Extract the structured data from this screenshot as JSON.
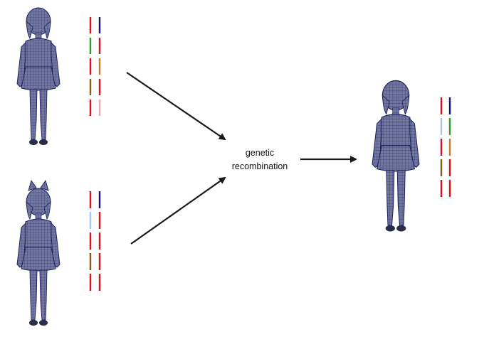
{
  "diagram": {
    "label_line1": "genetic",
    "label_line2": "recombination"
  },
  "figures": [
    {
      "id": "parent-1",
      "description": "parent figure",
      "genes": {
        "left": [
          "#d8141a",
          "#2e9a2c",
          "#d8141a",
          "#8a5a16",
          "#d8141a"
        ],
        "right": [
          "#14147c",
          "#d8141a",
          "#c8782a",
          "#d8141a",
          "#f0a8a8"
        ]
      }
    },
    {
      "id": "parent-2",
      "description": "parent figure",
      "genes": {
        "left": [
          "#d8141a",
          "#a8c4f0",
          "#d8141a",
          "#8a5a16",
          "#d8141a"
        ],
        "right": [
          "#14147c",
          "#d8141a",
          "#d8141a",
          "#d8141a",
          "#d8141a"
        ]
      }
    },
    {
      "id": "child",
      "description": "offspring figure",
      "genes": {
        "left": [
          "#d8141a",
          "#a8c4f0",
          "#d8141a",
          "#8a5a16",
          "#d8141a"
        ],
        "right": [
          "#14147c",
          "#2e9a2c",
          "#c8782a",
          "#d8141a",
          "#d8141a"
        ]
      }
    }
  ],
  "colors": {
    "mesh_fill": "#6f739c",
    "mesh_line": "#1d1f5a",
    "shoe": "#2a2c4a",
    "arrow": "#1a1a1a"
  }
}
